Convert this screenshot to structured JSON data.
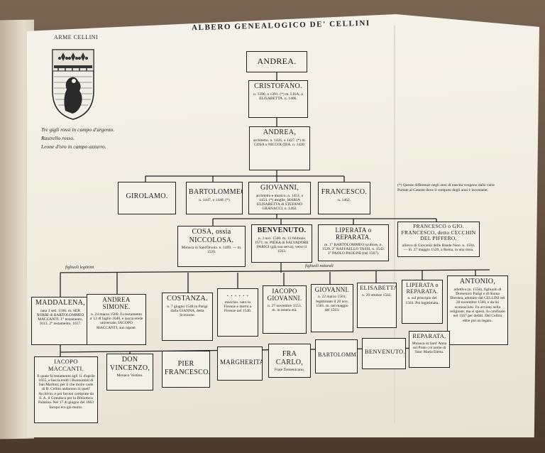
{
  "title": "ALBERO GENEALOGICO DE' CELLINI",
  "arms": {
    "label": "ARME CELLINI",
    "blazon": [
      "Tre gigli rossi in campo d'argento.",
      "Rastrello rosso.",
      "Leone d'oro in campo azzurro."
    ]
  },
  "note": "(*) Queste differenze negli anni di nascita vengono dalle varie Portate al Catasto dove il computo degli anni è incostante.",
  "branch_labels": {
    "left": "figliuoli legittimi",
    "right": "figliuoli naturali"
  },
  "people": {
    "andrea1": {
      "name": "ANDREA."
    },
    "cristofano": {
      "name": "CRISTOFANO.",
      "detail": "n. 1390, o 1391. (*) m. LISA, o ELISABETTA. n. 1406."
    },
    "andrea2": {
      "name": "ANDREA,",
      "detail": "architetto. n. 1426, o 1427. (*) m. COSA o NICCOLOSA. n. 1420."
    },
    "girolamo": {
      "name": "GIROLAMO."
    },
    "bartolommeo1": {
      "name": "BARTOLOMMEO.",
      "detail": "n. 1447, o 1448. (*)"
    },
    "giovanni1": {
      "name": "GIOVANNI,",
      "detail": "architetto e musico. n. 1451, o 1454. (*) moglie, MARIA ELISABETTA di STEFANO GRANACCI, n. 1462."
    },
    "francesco1": {
      "name": "FRANCESCO.",
      "detail": "n. 1462."
    },
    "cosa": {
      "name": "COSA, ossia NICCOLOSA.",
      "detail": "Monaca in Sant'Orsola. n. 1499. — m. 1529."
    },
    "benvenuto1": {
      "name": "BENVENUTO.",
      "detail": "n. 3 nov. 1500. m. 13 febbraio 1571. m. PIERA di SALVADORE PARIGI (già sua serva), verso il 1563."
    },
    "liperata1": {
      "name": "LIPERATA o REPARATA.",
      "detail": "m. 1° BARTOLOMMEO scultore, n. 1529. 2° RAFFAELLO TASSI, n. 1542. 3° PAOLO PAOLINI (nel 1567)."
    },
    "francesco2": {
      "name": "FRANCESCO o GIO. FRANCESCO, detto CECCHIN DEL PIFFERO,",
      "detail": "allievo di Giovanni delle Bande Nere. n. 1504. — m. 27 maggio 1529, a Roma, in una rissa."
    },
    "maddalena": {
      "name": "MADDALENA,",
      "detail": "nata 3 sett. 1566. m. SER NORRI di BARTOLOMMEO MACCANTI. 1° testamento, 1613. 2° testamento, 1617."
    },
    "andreasimone": {
      "name": "ANDREA SIMONE.",
      "detail": "n. 24 marzo 1569. Fa testamento a' 12 di luglio 1640, e lascia erede universale, IACOPO MACCANTI, suo nipote."
    },
    "costanza": {
      "name": "COSTANZA.",
      "detail": "n. 7 giugno 1548 in Parigi dalla GIANNA, detta Scorzone."
    },
    "anon": {
      "name": ". . . . . .",
      "detail": "maschio. nato in Firenze e morto a Firenze nel 1546."
    },
    "iacopo1": {
      "name": "IACOPO GIOVANNI.",
      "detail": "n. 27 novembre 1553. m. in tenera età."
    },
    "giovanni2": {
      "name": "GIOVANNI.",
      "detail": "n. 22 marzo 1561; legittimato il 20 nov. 1561. m. nel maggio del 1563."
    },
    "elisabetta": {
      "name": "ELISABETTA.",
      "detail": "n. 29 ottobre 1562."
    },
    "liperata2": {
      "name": "LIPERATA o REPARATA.",
      "detail": "n. sul principio del 1563. Poi legittimata."
    },
    "antonio": {
      "name": "ANTONIO,",
      "detail": "adottivo (n. 1550), figliuolo di Domenico Parigi e di donna Dorotea, adottato dal CELLINI nel 20 novembre 1560, e da lui sconosciuto. Fu avviato nella religione; ma si sposò; fu confinato nel 1567 per delitti. Dal Cellini ebbe poi un legato."
    },
    "iacopo2": {
      "name": "IACOPO MACCANTI.",
      "detail": "Il quale fa testamento agli 11 d'aprile 1655, e lascia eredi i Buonomini di San Martino; per il che molte carte di B. Cellini andarono in quell' Archivio, e poi furono comprate da S. A. il Granduca per la Biblioteca Palatina. Nel 17 di giugno del 1663 Iacopo era già morto."
    },
    "donvincenzo": {
      "name": "DON VINCENZO,",
      "detail": "Monaco Vestino."
    },
    "pierfrancesco": {
      "name": "PIER FRANCESCO."
    },
    "margherita": {
      "name": "MARGHERITA."
    },
    "fracarlo": {
      "name": "FRA CARLO,",
      "detail": "Frate Domenicano."
    },
    "bartolommeo2": {
      "name": "BARTOLOMMEO."
    },
    "benvenuto2": {
      "name": "BENVENUTO."
    },
    "reparata": {
      "name": "REPARATA,",
      "detail": "Monaca in Sant' Anna sul Prato col nome di Suor Maria Eletta."
    }
  }
}
